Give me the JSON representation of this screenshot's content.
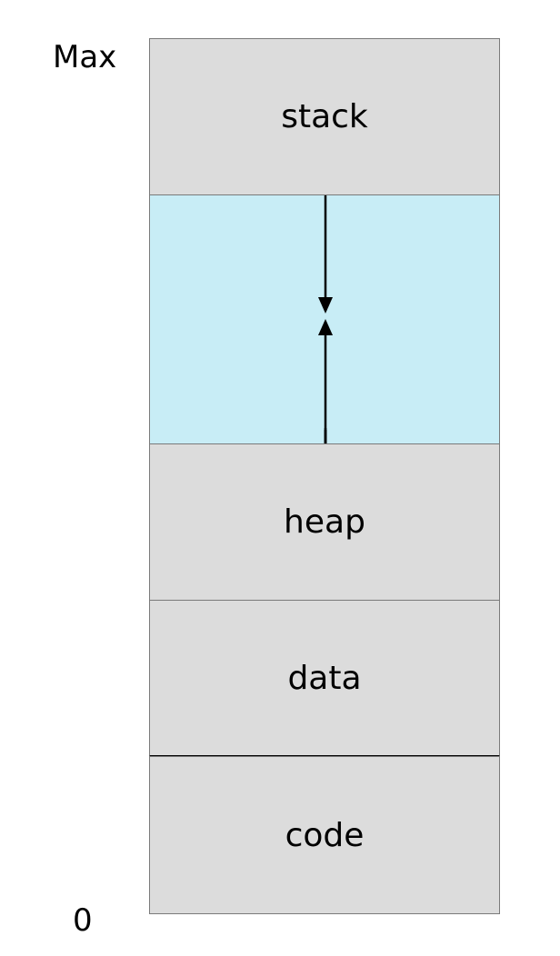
{
  "address_labels": {
    "max": "Max",
    "zero": "0"
  },
  "segments": {
    "stack": "stack",
    "heap": "heap",
    "data": "data",
    "code": "code"
  },
  "colors": {
    "segment_fill": "#dcdcdc",
    "free_space_fill": "#c8edf6",
    "border": "#7a7a7a"
  }
}
